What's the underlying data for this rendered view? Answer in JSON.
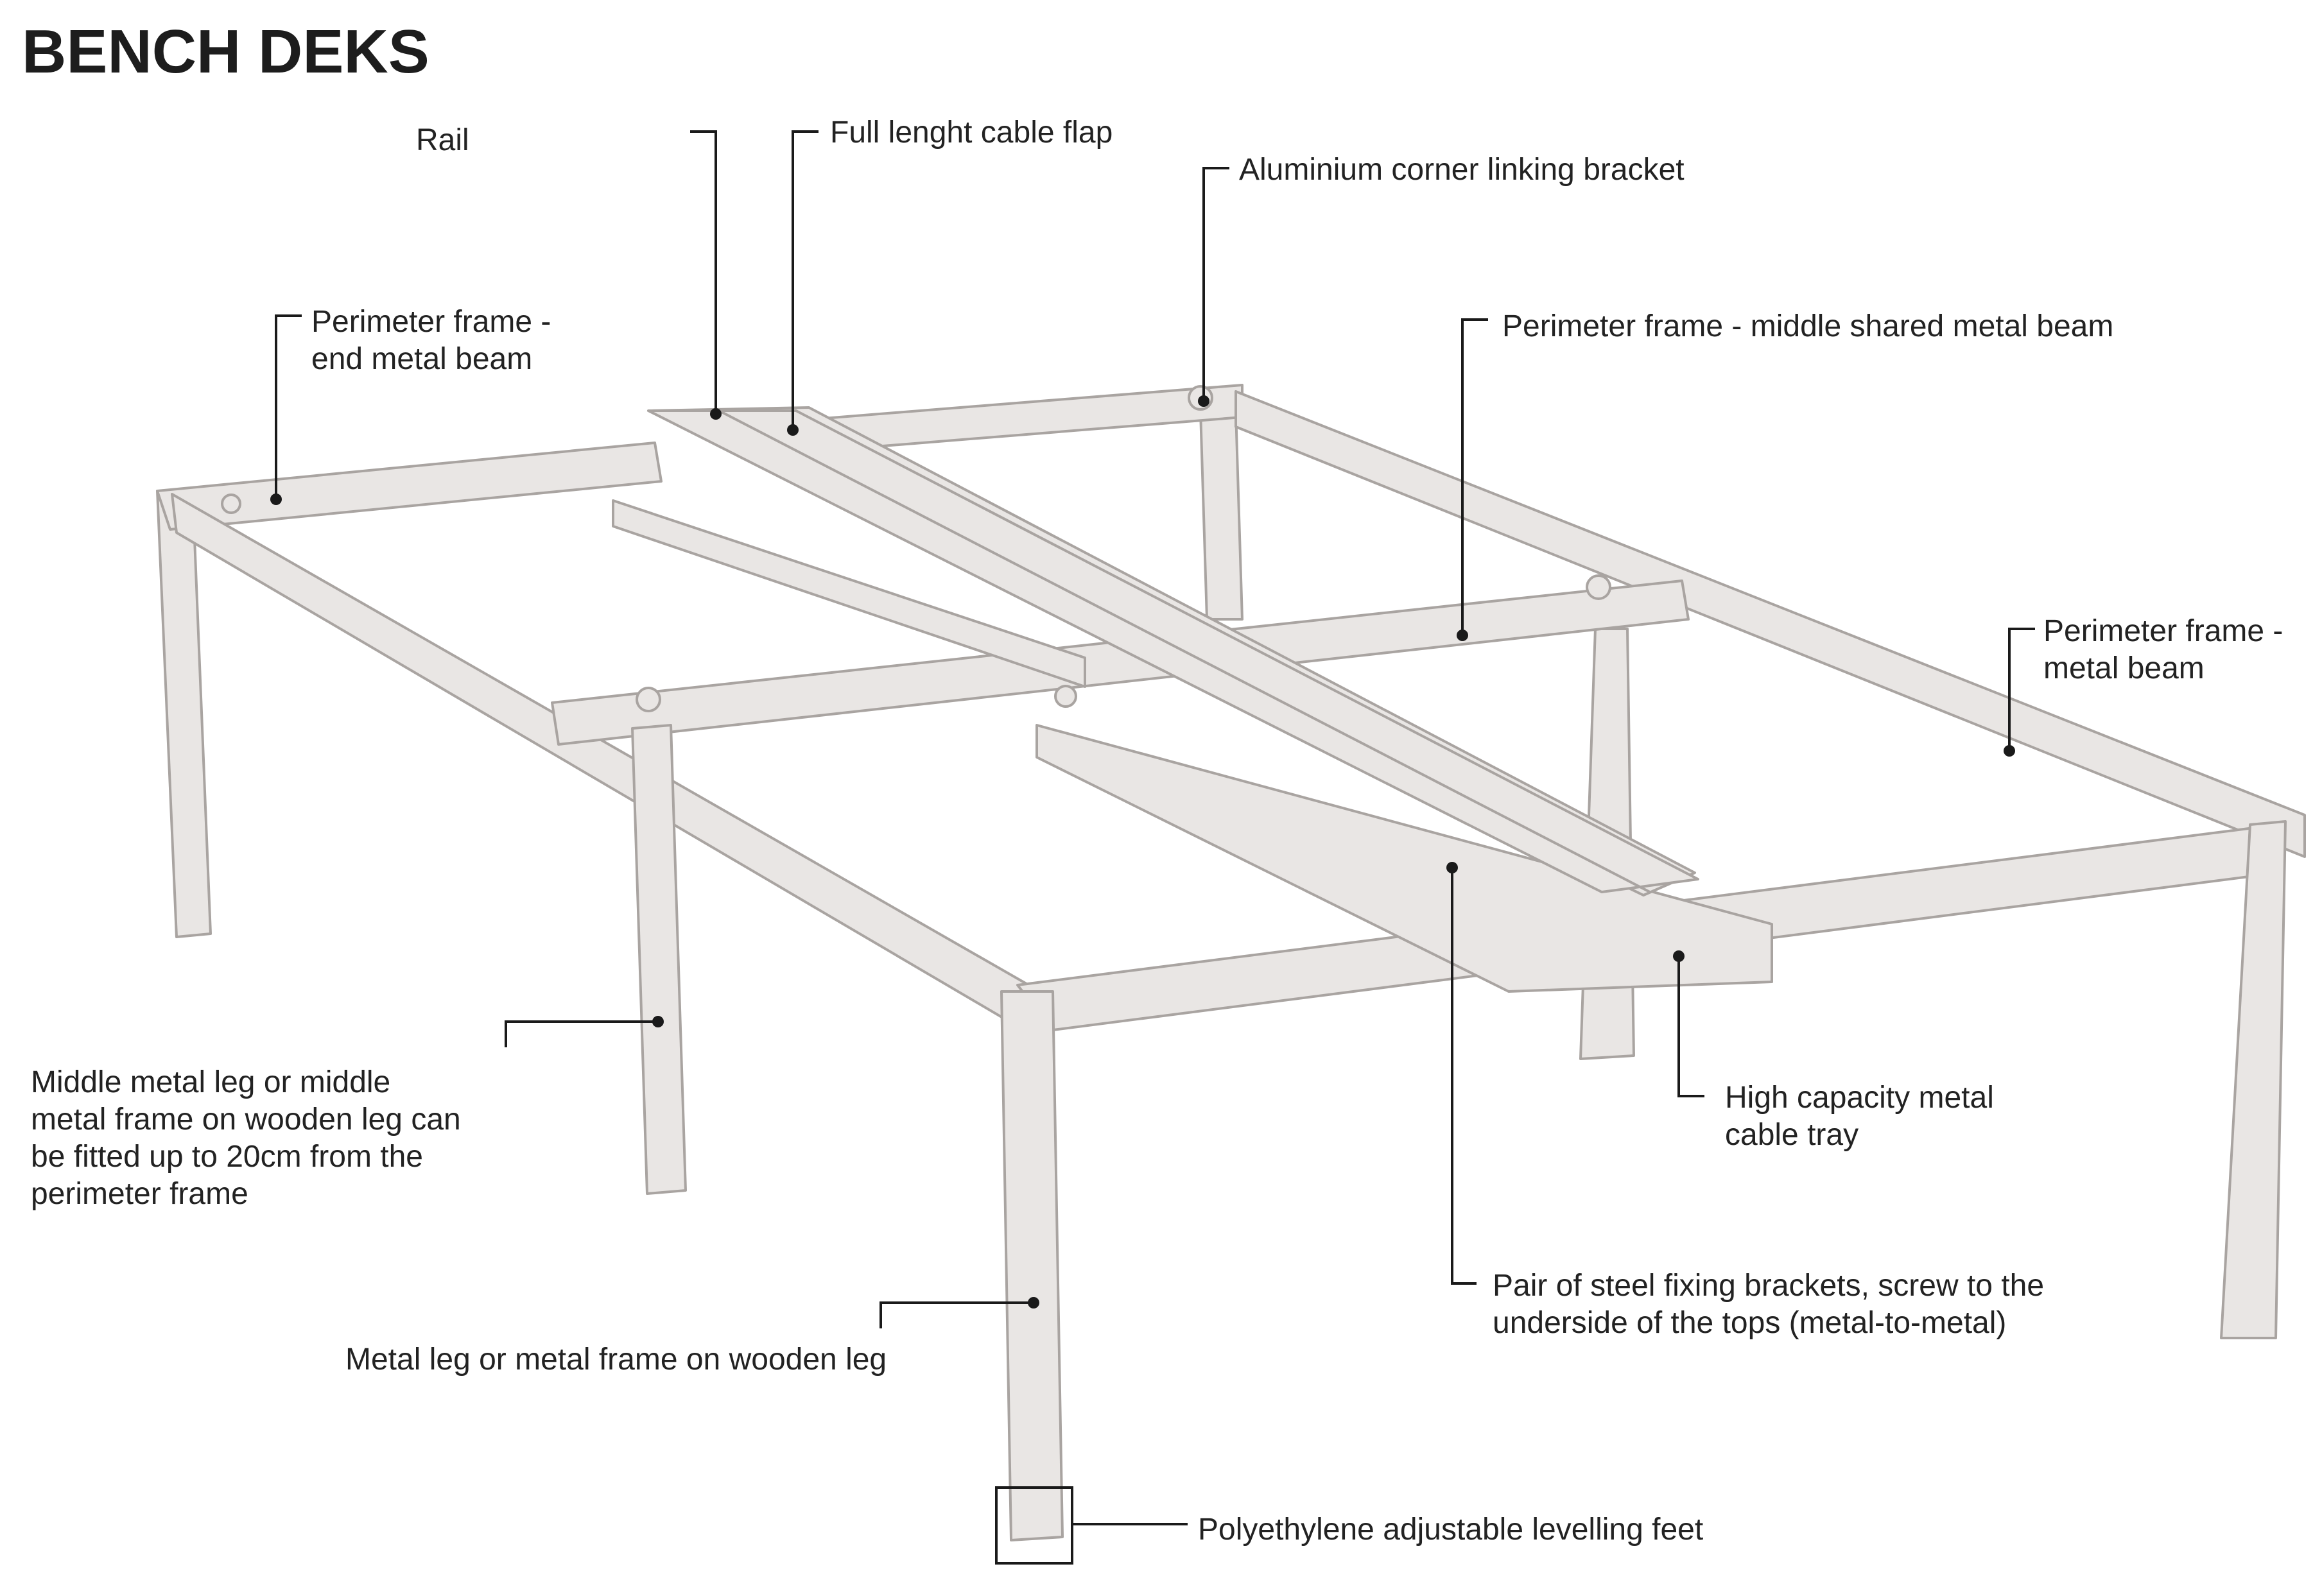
{
  "title": "BENCH DEKS",
  "labels": {
    "rail": "Rail",
    "cable_flap": "Full lenght cable flap",
    "corner_bracket": "Aluminium corner linking bracket",
    "end_beam_1": "Perimeter frame -",
    "end_beam_2": "end metal beam",
    "middle_beam": "Perimeter frame - middle shared metal beam",
    "side_beam_1": "Perimeter frame -",
    "side_beam_2": "metal beam",
    "middle_leg_1": "Middle metal leg or middle",
    "middle_leg_2": "metal frame on wooden leg can",
    "middle_leg_3": "be fitted up to 20cm from the",
    "middle_leg_4": "perimeter frame",
    "cable_tray_1": "High capacity metal",
    "cable_tray_2": "cable tray",
    "fixing_brackets_1": "Pair of steel fixing brackets, screw to the",
    "fixing_brackets_2": "underside of the tops (metal-to-metal)",
    "metal_leg": "Metal leg or metal frame on wooden leg",
    "levelling_feet": "Polyethylene adjustable levelling feet"
  },
  "colors": {
    "frame_fill": "#e9e6e4",
    "frame_stroke": "#a9a4a1",
    "leader": "#1a1a1a",
    "text": "#222222"
  }
}
